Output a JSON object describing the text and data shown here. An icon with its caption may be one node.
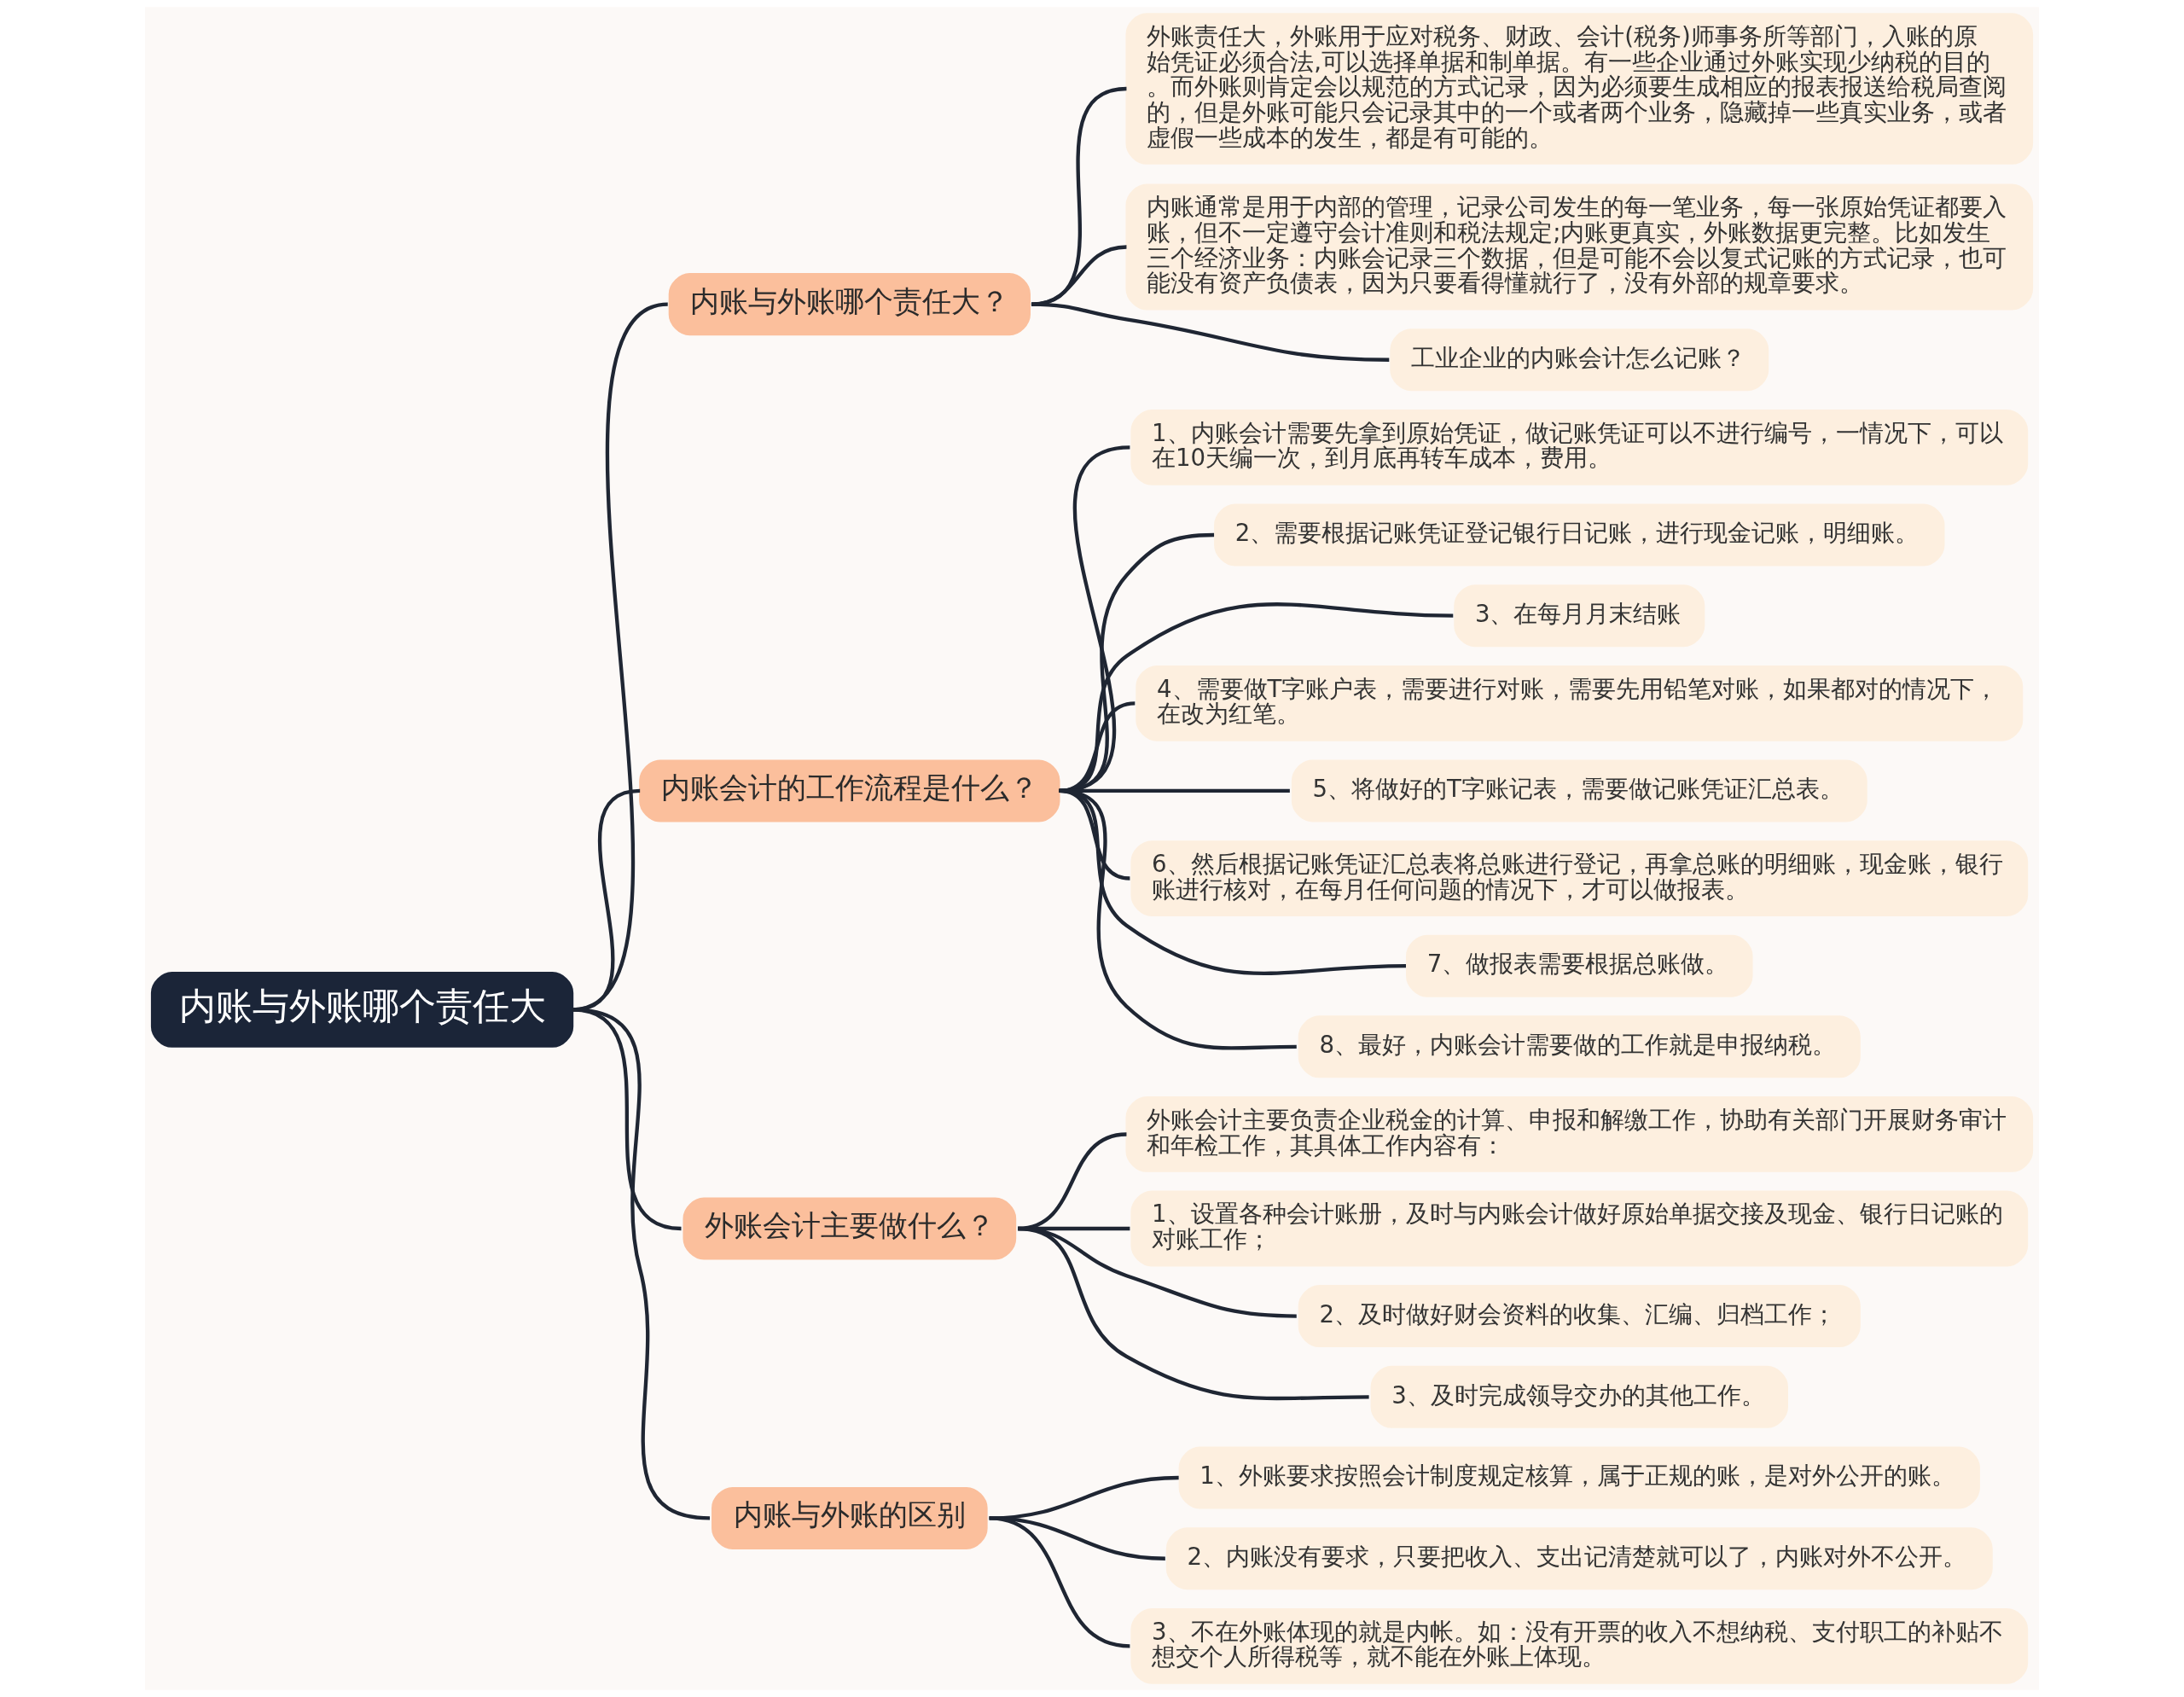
{
  "diagram": {
    "nodes": [
      {
        "text": [
          "内账与外账哪个责任大"
        ]
      },
      {
        "text": [
          "内账与外账哪个责任大？"
        ]
      },
      {
        "text": [
          "外账责任大，外账用于应对税务、财政、会计(税务)师事务所等部门，入账的原始凭证必须合法,可以选择单据和制单据。有一些企业通过外账实现少纳税的目的。而外账则肯定会以规范的方式记录，因为必须要生成相应的报表报送给税局查阅的，但是外账可能只会记录其中的一个或者两个业务，隐藏掉一些真实业务，或者虚假一些成本的发生，都是有可能的。"
        ]
      },
      {
        "text": [
          "内账通常是用于内部的管理，记录公司发生的每一笔业务，每一张原始凭证都要入账，但不一定遵守会计准则和税法规定;内账更真实，外账数据更完整。比如发生三个经济业务：内账会记录三个数据，但是可能不会以复式记账的方式记录，也可能没有资产负债表，因为只要看得懂就行了，没有外部的规章要求。"
        ]
      },
      {
        "text": [
          "工业企业的内账会计怎么记账？"
        ]
      },
      {
        "text": [
          "内账会计的工作流程是什么？"
        ]
      },
      {
        "text": [
          "1、内账会计需要先拿到原始凭证，做记账凭证可以不进行编号，一情况下，可以在10天编一次，到月底再转车成本，费用。"
        ]
      },
      {
        "text": [
          "2、需要根据记账凭证登记银行日记账，进行现金记账，明细账。"
        ]
      },
      {
        "text": [
          "3、在每月月末结账"
        ]
      },
      {
        "text": [
          "4、需要做T字账户表，需要进行对账，需要先用铅笔对账，如果都对的情况下，在改为红笔。"
        ]
      },
      {
        "text": [
          "5、将做好的T字账记表，需要做记账凭证汇总表。"
        ]
      },
      {
        "text": [
          "6、然后根据记账凭证汇总表将总账进行登记，再拿总账的明细账，现金账，银行账进行核对，在每月任何问题的情况下，才可以做报表。"
        ]
      },
      {
        "text": [
          "7、做报表需要根据总账做。"
        ]
      },
      {
        "text": [
          "8、最好，内账会计需要做的工作就是申报纳税。"
        ]
      },
      {
        "text": [
          "外账会计主要做什么？"
        ]
      },
      {
        "text": [
          "外账会计主要负责企业税金的计算、申报和解缴工作，协助有关部门开展财务审计和年检工作，其具体工作内容有："
        ]
      },
      {
        "text": [
          "1、设置各种会计账册，及时与内账会计做好原始单据交接及现金、银行日记账的对账工作；"
        ]
      },
      {
        "text": [
          "2、及时做好财会资料的收集、汇编、归档工作；"
        ]
      },
      {
        "text": [
          "3、及时完成领导交办的其他工作。"
        ]
      },
      {
        "text": [
          "内账与外账的区别"
        ]
      },
      {
        "text": [
          "1、外账要求按照会计制度规定核算，属于正规的账，是对外公开的账。"
        ]
      },
      {
        "text": [
          "2、内账没有要求，只要把收入、支出记清楚就可以了，内账对外不公开。"
        ]
      },
      {
        "text": [
          "3、不在外账体现的就是内帐。如：没有开票的收入不想纳税、支付职工的补贴不想交个人所得税等，就不能在外账上体现。"
        ]
      }
    ],
    "edges": [
      {
        "from": 0,
        "to": 1,
        "arrow": "none"
      },
      {
        "from": 1,
        "to": 2,
        "arrow": "none"
      },
      {
        "from": 1,
        "to": 3,
        "arrow": "none"
      },
      {
        "from": 1,
        "to": 4,
        "arrow": "none"
      },
      {
        "from": 0,
        "to": 5,
        "arrow": "none"
      },
      {
        "from": 5,
        "to": 6,
        "arrow": "none"
      },
      {
        "from": 5,
        "to": 7,
        "arrow": "none"
      },
      {
        "from": 5,
        "to": 8,
        "arrow": "none"
      },
      {
        "from": 5,
        "to": 9,
        "arrow": "none"
      },
      {
        "from": 5,
        "to": 10,
        "arrow": "none"
      },
      {
        "from": 5,
        "to": 11,
        "arrow": "none"
      },
      {
        "from": 5,
        "to": 12,
        "arrow": "none"
      },
      {
        "from": 5,
        "to": 13,
        "arrow": "none"
      },
      {
        "from": 0,
        "to": 14,
        "arrow": "none"
      },
      {
        "from": 14,
        "to": 15,
        "arrow": "none"
      },
      {
        "from": 14,
        "to": 16,
        "arrow": "none"
      },
      {
        "from": 14,
        "to": 17,
        "arrow": "none"
      },
      {
        "from": 14,
        "to": 18,
        "arrow": "none"
      },
      {
        "from": 0,
        "to": 19,
        "arrow": "none"
      },
      {
        "from": 19,
        "to": 20,
        "arrow": "none"
      },
      {
        "from": 19,
        "to": 21,
        "arrow": "none"
      },
      {
        "from": 19,
        "to": 22,
        "arrow": "none"
      }
    ]
  }
}
